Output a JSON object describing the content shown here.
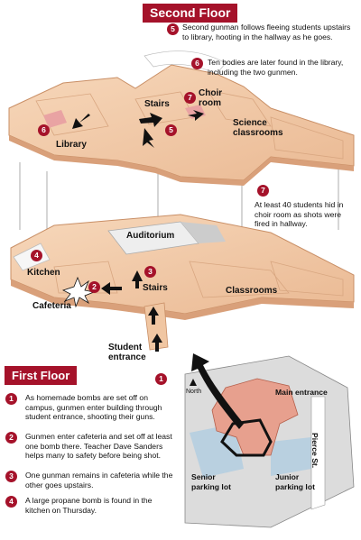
{
  "titles": {
    "second_floor": "Second Floor",
    "first_floor": "First Floor"
  },
  "second_floor_notes": [
    {
      "number": "5",
      "text": "Second gunman follows fleeing  students upstairs to library, hooting in the hallway as he goes."
    },
    {
      "number": "6",
      "text": "Ten bodies are later found in the library, including the two gunmen."
    },
    {
      "number": "7",
      "text": "At least 40 students hid in choir room as shots were fired in hallway."
    }
  ],
  "second_floor_labels": {
    "library": "Library",
    "stairs": "Stairs",
    "choir_room": "Choir\nroom",
    "science_classrooms": "Science\nclassrooms"
  },
  "first_floor_labels": {
    "auditorium": "Auditorium",
    "kitchen": "Kitchen",
    "cafeteria": "Cafeteria",
    "stairs": "Stairs",
    "classrooms": "Classrooms",
    "student_entrance": "Student\nentrance"
  },
  "first_floor_events": [
    {
      "number": "1",
      "text": "As homemade bombs are set off on campus, gunmen enter building through student entrance, shooting their guns."
    },
    {
      "number": "2",
      "text": "Gunmen enter cafeteria and set off at least one bomb there. Teacher Dave Sanders helps many to safety before being shot."
    },
    {
      "number": "3",
      "text": "One gunman remains in cafeteria while the other goes upstairs."
    },
    {
      "number": "4",
      "text": "A large propane bomb is found in the kitchen on Thursday."
    }
  ],
  "map_labels": {
    "main_entrance": "Main entrance",
    "north": "North",
    "street": "Pierce St.",
    "senior_lot": "Senior\nparking lot",
    "junior_lot": "Junior\nparking lot"
  },
  "colors": {
    "badge": "#a5122a",
    "floor_fill": "#f2c9a6",
    "floor_edge": "#c98f66",
    "map_lot": "#b9d0e0",
    "map_ground": "#dcdcdc",
    "building": "#e7a08e"
  }
}
